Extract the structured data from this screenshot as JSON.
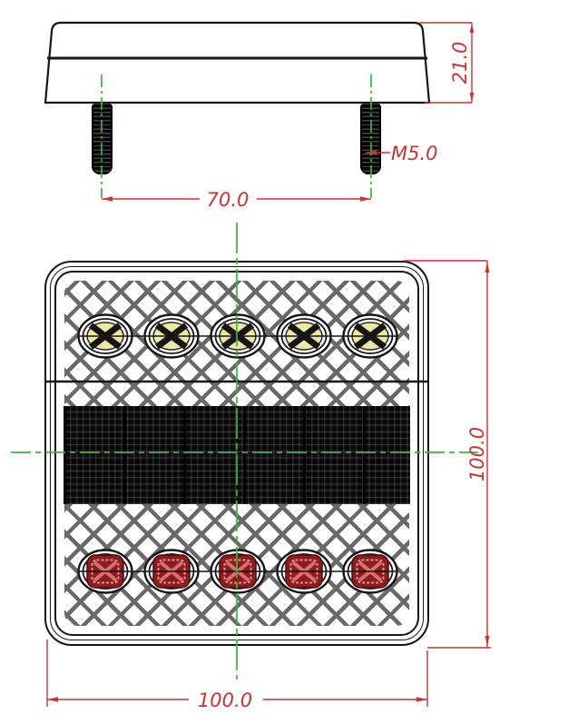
{
  "drawing": {
    "dimension_labels": {
      "housing_depth": "21.0",
      "stud_thread": "M5.0",
      "stud_spacing": "70.0",
      "face_height": "100.0",
      "face_width": "100.0"
    },
    "colors": {
      "dimension_red": "#c43535",
      "centerline_green": "#3cb43c",
      "outline_black": "#161616",
      "led_amber_fill": "#efe8a4",
      "led_red_fill": "#8c1d1d",
      "led_red_accent": "#d97070",
      "hatch_gray": "#696969"
    },
    "features": {
      "amber_leds": 5,
      "red_leds": 5,
      "mounting_studs": 2
    }
  }
}
